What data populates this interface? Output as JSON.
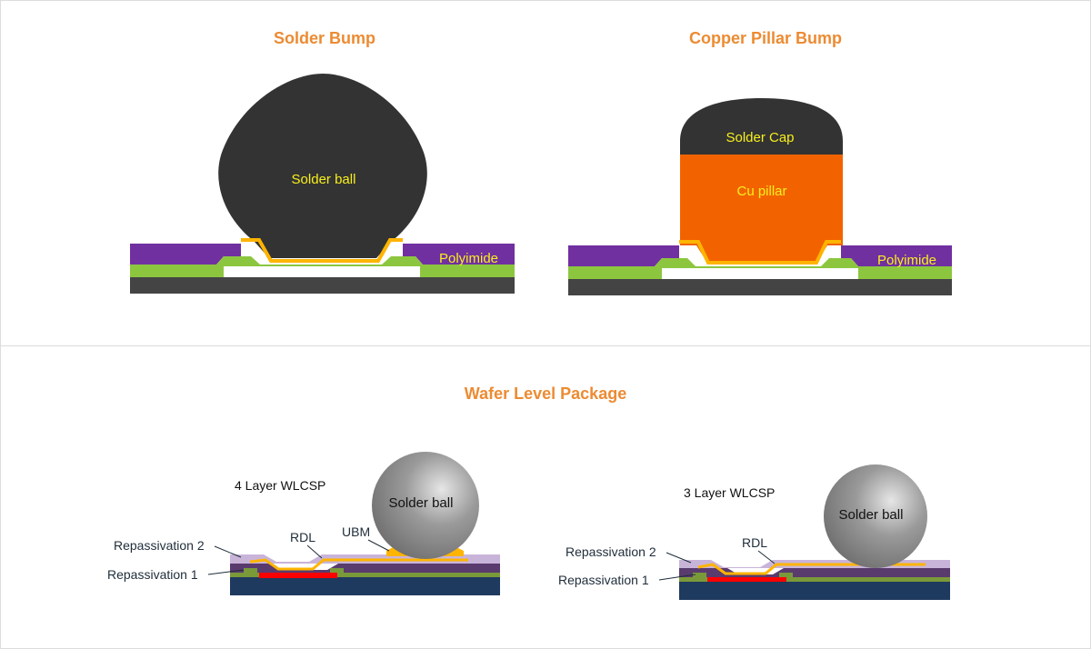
{
  "sections": {
    "solder_bump": {
      "title": "Solder Bump",
      "ball_label": "Solder ball",
      "polyimide_label": "Polyimide"
    },
    "copper_pillar": {
      "title": "Copper Pillar Bump",
      "cap_label": "Solder Cap",
      "pillar_label": "Cu pillar",
      "polyimide_label": "Polyimide"
    },
    "wlp": {
      "title": "Wafer Level Package",
      "four_layer": {
        "title": "4 Layer WLCSP",
        "ball_label": "Solder ball",
        "rdl_label": "RDL",
        "ubm_label": "UBM",
        "repass2_label": "Repassivation 2",
        "repass1_label": "Repassivation 1"
      },
      "three_layer": {
        "title": "3 Layer WLCSP",
        "ball_label": "Solder ball",
        "rdl_label": "RDL",
        "repass2_label": "Repassivation 2",
        "repass1_label": "Repassivation 1"
      }
    }
  },
  "colors": {
    "title": "#ec8b32",
    "substrate": "#444444",
    "passivation_green": "#8cc63f",
    "polyimide_purple": "#7030a0",
    "solder_dark": "#333333",
    "copper_orange": "#f26300",
    "ubm_yellow": "#ffb400",
    "wlp_substrate": "#1f3a5f",
    "wlp_repass1": "#5a3b6e",
    "wlp_repass2": "#c9b4d9",
    "wlp_pad_red": "#ff0000",
    "wlp_green": "#7a9a3a"
  }
}
